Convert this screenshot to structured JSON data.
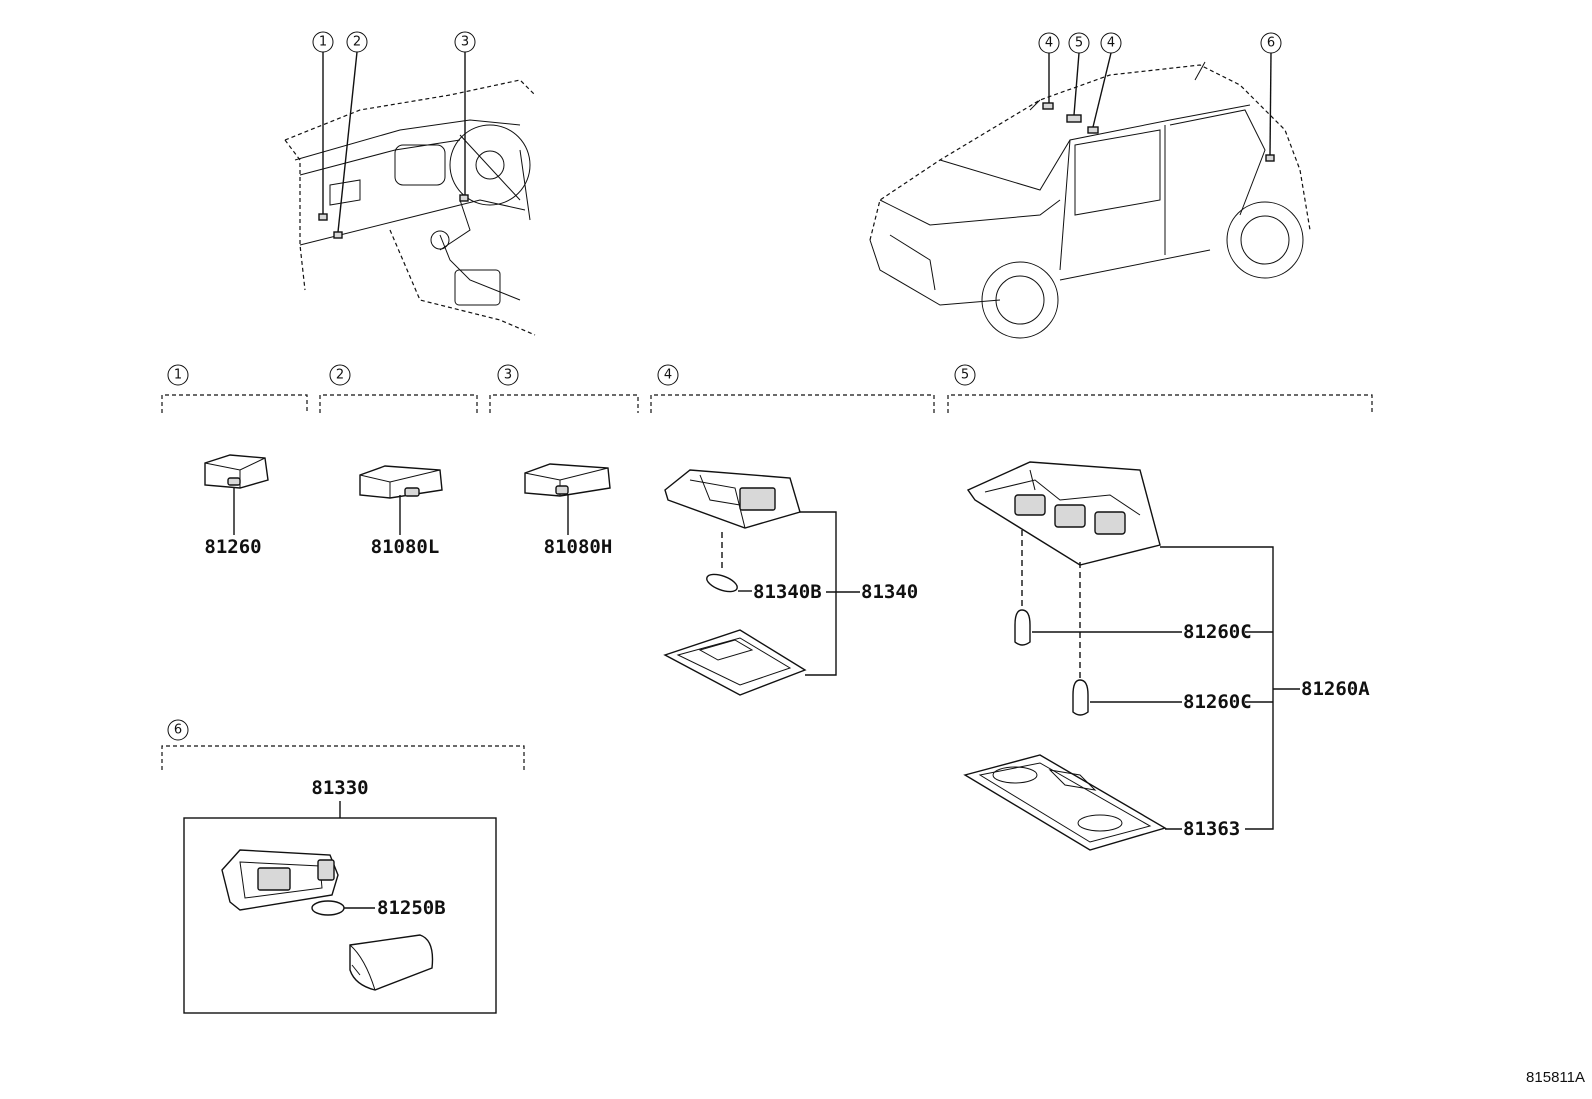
{
  "callouts": {
    "c1": "1",
    "c2": "2",
    "c3": "3",
    "c4": "4",
    "c5": "5",
    "c6": "6"
  },
  "parts": {
    "p81260": "81260",
    "p81080L": "81080L",
    "p81080H": "81080H",
    "p81340B": "81340B",
    "p81340": "81340",
    "p81260C_a": "81260C",
    "p81260C_b": "81260C",
    "p81260A": "81260A",
    "p81363": "81363",
    "p81330": "81330",
    "p81250B": "81250B"
  },
  "reference": "815811A"
}
